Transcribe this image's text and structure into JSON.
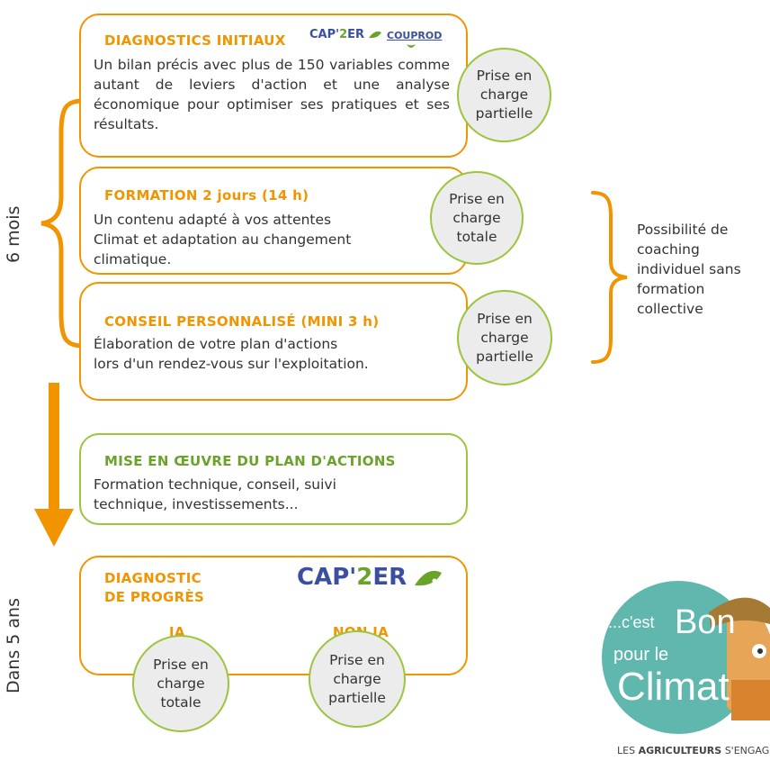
{
  "side_labels": {
    "top": "6 mois",
    "bottom": "Dans 5 ans"
  },
  "diagnostics": {
    "title": "DIAGNOSTICS INITIAUX",
    "logo1": "CAP'2ER",
    "logo2": "COUPROD",
    "text": "Un bilan précis avec plus de 150 variables comme autant de leviers d'action et une analyse économique pour optimiser ses pratiques et ses résultats.",
    "circle": "Prise en charge partielle"
  },
  "formation": {
    "title": "FORMATION 2 jours (14 h)",
    "text_line1": "Un contenu adapté à vos attentes",
    "text_line2": "Climat et adaptation au changement climatique.",
    "circle": "Prise en charge totale"
  },
  "conseil": {
    "title": "CONSEIL PERSONNALISÉ (MINI 3 h)",
    "text_line1": "Élaboration de votre plan d'actions",
    "text_line2": "lors d'un rendez-vous sur l'exploitation.",
    "circle": "Prise en charge partielle"
  },
  "coaching": "Possibilité de coaching individuel sans formation collective",
  "mise_en_oeuvre": {
    "title": "MISE EN ŒUVRE DU PLAN D'ACTIONS",
    "text": "Formation technique, conseil, suivi technique, investissements..."
  },
  "progres": {
    "title_line1": "DIAGNOSTIC",
    "title_line2": "DE PROGRÈS",
    "logo": "CAP'2ER",
    "col1": "JA",
    "col2": "NON JA",
    "circle1": "Prise en charge totale",
    "circle2": "Prise en charge partielle"
  },
  "badge": {
    "line1": "...c'est",
    "line1b": "Bon",
    "line2": "pour le",
    "line3": "Climat",
    "tagline_part1": "LES",
    "tagline_part2": "AGRICULTEURS",
    "tagline_part3": "S'ENGAGENT"
  },
  "colors": {
    "orange": "#f29400",
    "green": "#9bc53d",
    "circle_bg": "#ececec",
    "badge_teal": "#5fb7ae"
  }
}
